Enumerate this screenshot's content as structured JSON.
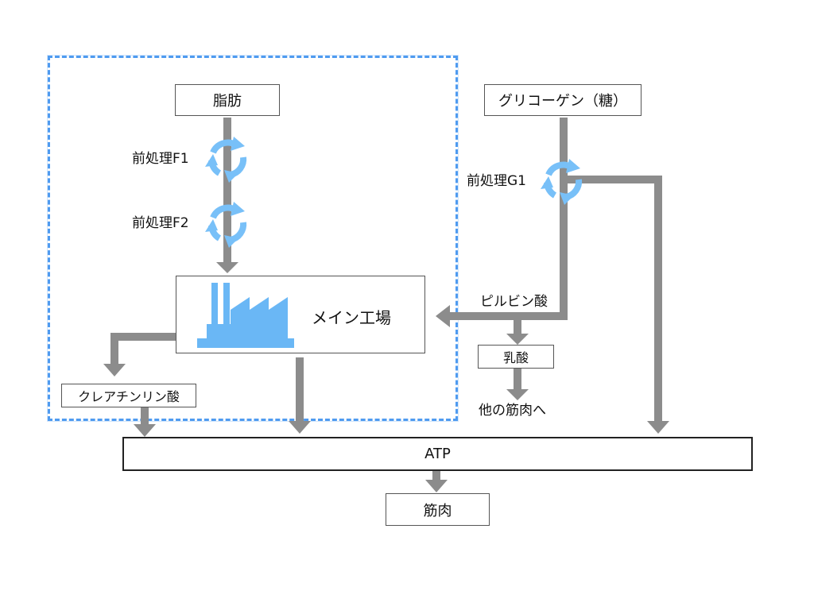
{
  "nodes": {
    "fat": "脂肪",
    "glycogen": "グリコーゲン（糖）",
    "main_factory": "メイン工場",
    "creatine": "クレアチンリン酸",
    "lactate": "乳酸",
    "atp": "ATP",
    "muscle": "筋肉"
  },
  "labels": {
    "pre_f1": "前処理F1",
    "pre_f2": "前処理F2",
    "pre_g1": "前処理G1",
    "pyruvate": "ピルビン酸",
    "other_muscle": "他の筋肉へ"
  },
  "colors": {
    "arrow": "#8c8c8c",
    "cycle": "#78c0f8",
    "factory": "#6ab7f5",
    "region_border": "#4f9bf0"
  },
  "icons": [
    "recycle-cycle-icon",
    "factory-icon"
  ]
}
